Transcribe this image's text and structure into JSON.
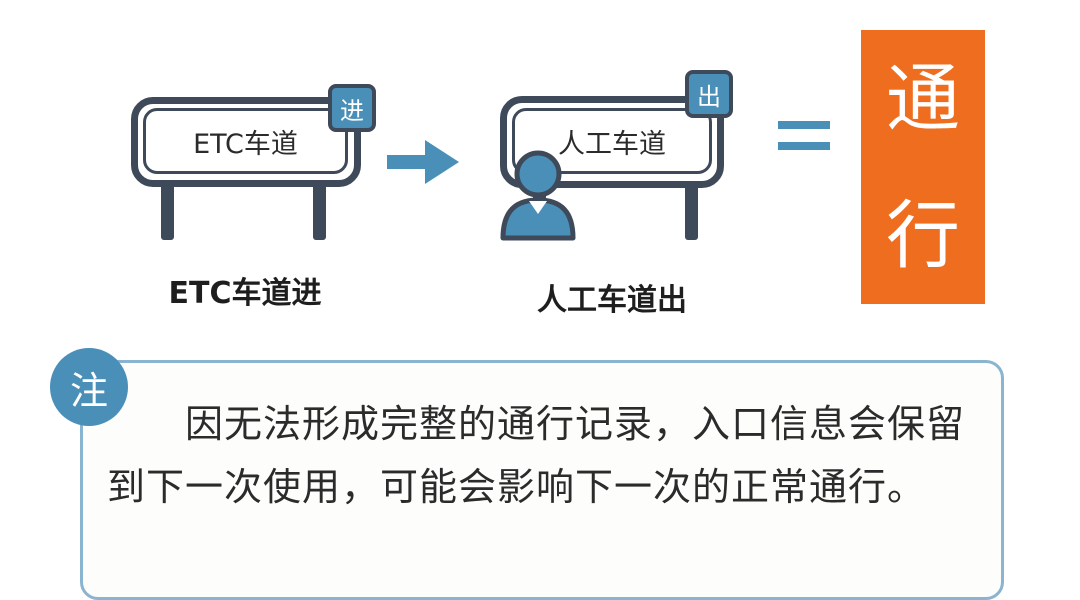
{
  "left": {
    "sign_label": "ETC车道",
    "tag": "进",
    "caption": "ETC车道进"
  },
  "right": {
    "sign_label": "人工车道",
    "tag": "出",
    "caption": "人工车道出"
  },
  "result": {
    "char1": "通",
    "char2": "行"
  },
  "note": {
    "badge": "注",
    "text": "因无法形成完整的通行记录，入口信息会保留到下一次使用，可能会影响下一次的正常通行。"
  },
  "colors": {
    "accent_blue": "#4a8fb8",
    "frame": "#3e4a5a",
    "result_orange": "#ee6d1f",
    "note_border": "#8ab4cf"
  },
  "icons": [
    "arrow-right-icon",
    "equals-icon",
    "person-icon"
  ]
}
